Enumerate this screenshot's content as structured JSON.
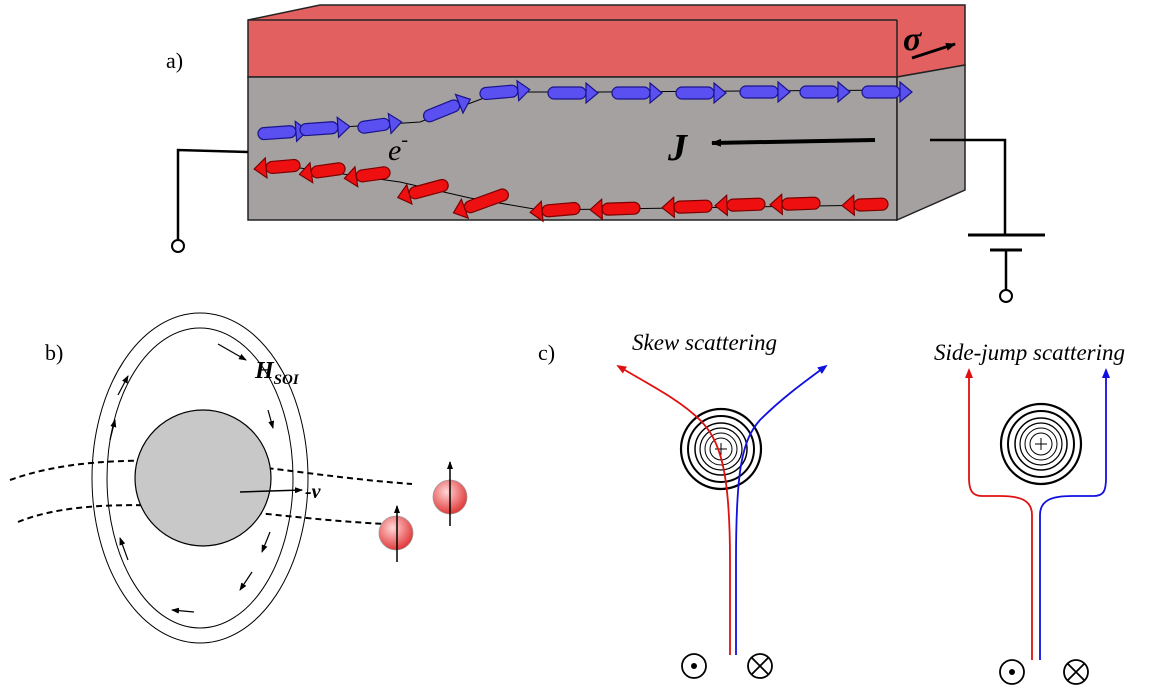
{
  "panels": {
    "a": {
      "label": "a)",
      "sigma": "σ",
      "current": "J",
      "electron": "e",
      "electron_sup": "-",
      "colors": {
        "top_face": "#e26060",
        "front_face": "#a5a1a1",
        "spin_up": "#5a4ff0",
        "spin_down": "#ee1010"
      }
    },
    "b": {
      "label": "b)",
      "field_main": "H",
      "field_sub": "SOI",
      "velocity": "-v",
      "colors": {
        "nucleus": "#c8c8c8",
        "spin_ball": "#e84a4a"
      }
    },
    "c": {
      "label": "c)",
      "skew_title": "Skew scattering",
      "side_jump_title": "Side-jump scattering",
      "colors": {
        "up_path": "#e01010",
        "down_path": "#1010e0"
      }
    }
  }
}
